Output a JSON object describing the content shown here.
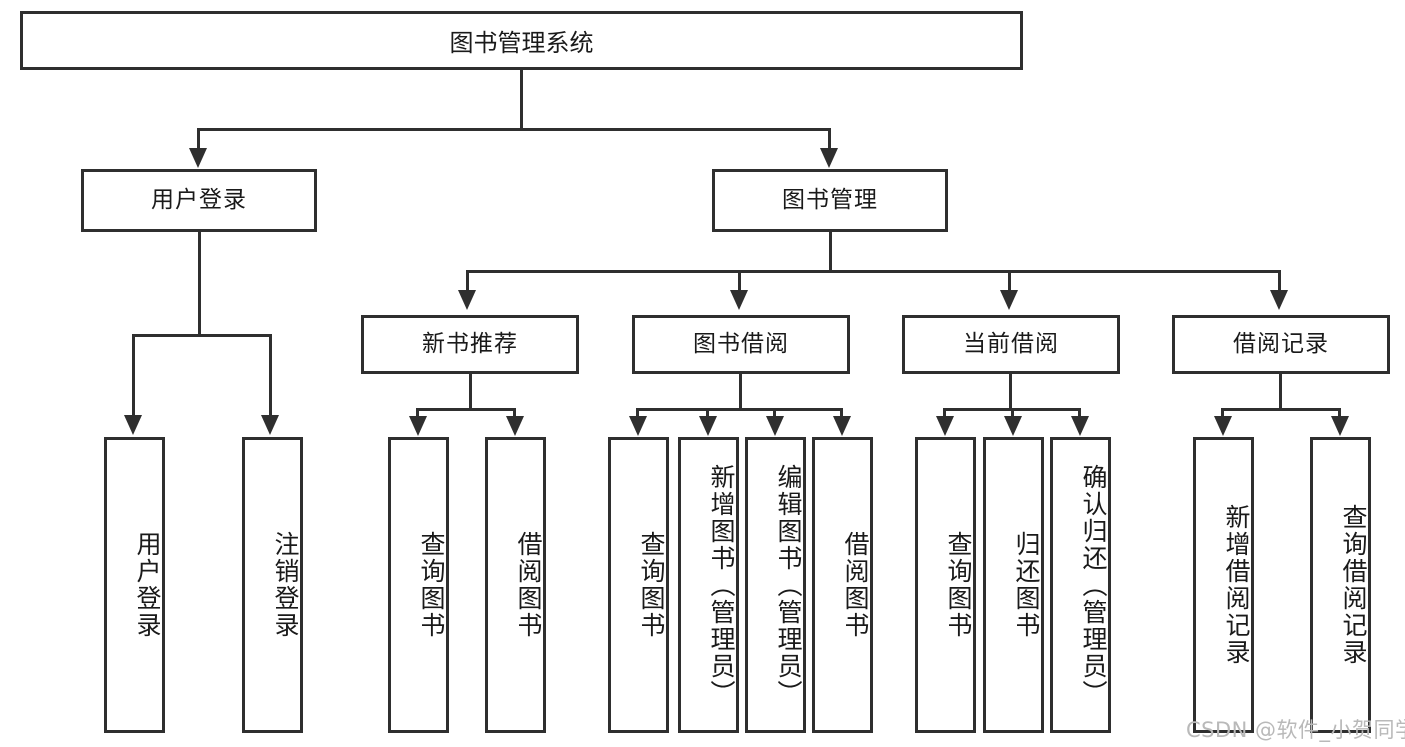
{
  "diagram": {
    "title": "图书管理系统",
    "type": "tree-hierarchy",
    "root": {
      "label": "图书管理系统"
    },
    "level2": [
      {
        "id": "user-login",
        "label": "用户登录"
      },
      {
        "id": "book-management",
        "label": "图书管理"
      }
    ],
    "level3": [
      {
        "id": "new-book-recommend",
        "label": "新书推荐",
        "parent": "book-management"
      },
      {
        "id": "book-borrow",
        "label": "图书借阅",
        "parent": "book-management"
      },
      {
        "id": "current-borrow",
        "label": "当前借阅",
        "parent": "book-management"
      },
      {
        "id": "borrow-record",
        "label": "借阅记录",
        "parent": "book-management"
      }
    ],
    "leaves": {
      "user-login": [
        {
          "id": "leaf-user-login",
          "label": "用户登录"
        },
        {
          "id": "leaf-user-logout",
          "label": "注销登录"
        }
      ],
      "new-book-recommend": [
        {
          "id": "leaf-query-book-1",
          "label": "查询图书"
        },
        {
          "id": "leaf-borrow-book-1",
          "label": "借阅图书"
        }
      ],
      "book-borrow": [
        {
          "id": "leaf-query-book-2",
          "label": "查询图书"
        },
        {
          "id": "leaf-add-book",
          "label": "新增图书（管理员）"
        },
        {
          "id": "leaf-edit-book",
          "label": "编辑图书（管理员）"
        },
        {
          "id": "leaf-borrow-book-2",
          "label": "借阅图书"
        }
      ],
      "current-borrow": [
        {
          "id": "leaf-query-book-3",
          "label": "查询图书"
        },
        {
          "id": "leaf-return-book",
          "label": "归还图书"
        },
        {
          "id": "leaf-confirm-return",
          "label": "确认归还（管理员）"
        }
      ],
      "borrow-record": [
        {
          "id": "leaf-add-record",
          "label": "新增借阅记录"
        },
        {
          "id": "leaf-query-record",
          "label": "查询借阅记录"
        }
      ]
    }
  },
  "watermark": {
    "text": "CSDN @软件_小贺同学"
  },
  "colors": {
    "stroke": "#2f2f2f",
    "background": "#ffffff",
    "text": "#1a1a1a",
    "watermark": "#b9b9b9"
  }
}
